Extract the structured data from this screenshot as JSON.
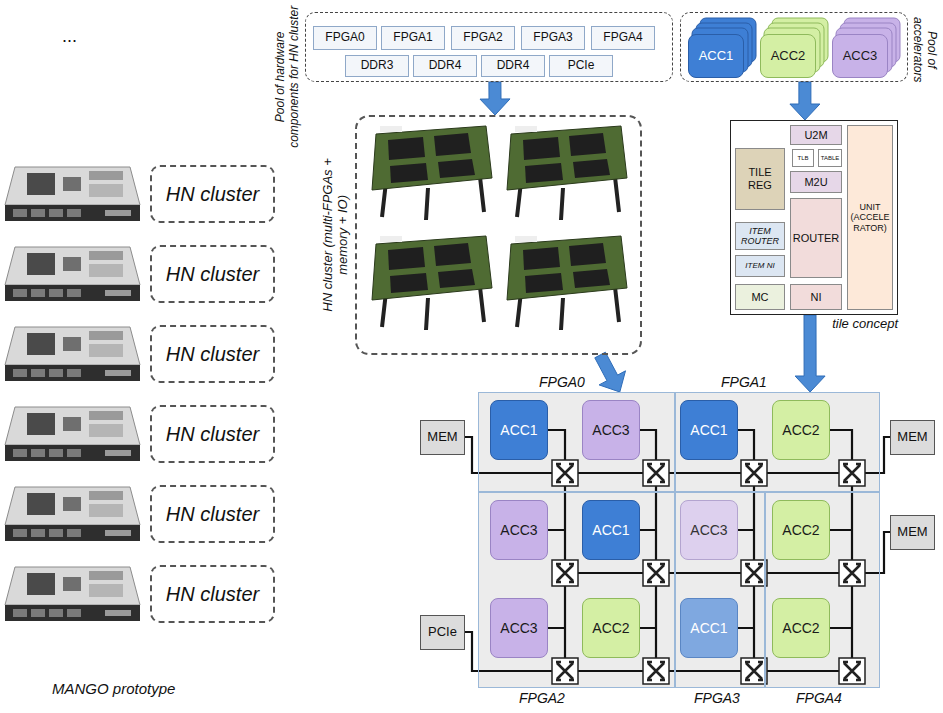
{
  "diagram": {
    "nodes": [
      {
        "text": [
          "HN cluster"
        ]
      },
      {
        "text": [
          "HN cluster"
        ]
      },
      {
        "text": [
          "HN cluster"
        ]
      },
      {
        "text": [
          "HN cluster"
        ]
      },
      {
        "text": [
          "HN cluster"
        ]
      },
      {
        "text": [
          "HN cluster"
        ]
      },
      {
        "text": [
          "Pool of hardware components for HN cluster"
        ]
      },
      {
        "text": [
          "FPGA0"
        ],
        "in": 6
      },
      {
        "text": [
          "FPGA1"
        ],
        "in": 6
      },
      {
        "text": [
          "FPGA2"
        ],
        "in": 6
      },
      {
        "text": [
          "FPGA3"
        ],
        "in": 6
      },
      {
        "text": [
          "FPGA4"
        ],
        "in": 6
      },
      {
        "text": [
          "DDR3"
        ],
        "in": 6
      },
      {
        "text": [
          "DDR4"
        ],
        "in": 6
      },
      {
        "text": [
          "DDR4"
        ],
        "in": 6
      },
      {
        "text": [
          "PCIe"
        ],
        "in": 6
      },
      {
        "text": [
          "Pool of accelerators"
        ]
      },
      {
        "text": [
          "ACC1"
        ],
        "in": 16
      },
      {
        "text": [
          "ACC2"
        ],
        "in": 16
      },
      {
        "text": [
          "ACC3"
        ],
        "in": 16
      },
      {
        "text": [
          "HN cluster (multi-FPGAs + memory + IO)"
        ]
      },
      {
        "text": [
          "tile concept"
        ]
      },
      {
        "text": [
          "TILE REG"
        ],
        "in": 21
      },
      {
        "text": [
          "U2M"
        ],
        "in": 21
      },
      {
        "text": [
          "TLB"
        ],
        "in": 21
      },
      {
        "text": [
          "TABLE"
        ],
        "in": 21
      },
      {
        "text": [
          "M2U"
        ],
        "in": 21
      },
      {
        "text": [
          "ITEM ROUTER"
        ],
        "in": 21
      },
      {
        "text": [
          "ITEM NI"
        ],
        "in": 21
      },
      {
        "text": [
          "ROUTER"
        ],
        "in": 21
      },
      {
        "text": [
          "UNIT (ACCELE RATOR)"
        ],
        "in": 21
      },
      {
        "text": [
          "MC"
        ],
        "in": 21
      },
      {
        "text": [
          "NI"
        ],
        "in": 21
      },
      {
        "text": [
          "FPGA0"
        ]
      },
      {
        "text": [
          "ACC1"
        ],
        "in": 33
      },
      {
        "text": [
          "ACC3"
        ],
        "in": 33
      },
      {
        "text": [
          "FPGA1"
        ]
      },
      {
        "text": [
          "ACC1"
        ],
        "in": 36
      },
      {
        "text": [
          "ACC2"
        ],
        "in": 36
      },
      {
        "text": [
          "FPGA2"
        ]
      },
      {
        "text": [
          "ACC3"
        ],
        "in": 39
      },
      {
        "text": [
          "ACC1"
        ],
        "in": 39
      },
      {
        "text": [
          "ACC3"
        ],
        "in": 39
      },
      {
        "text": [
          "ACC2"
        ],
        "in": 39
      },
      {
        "text": [
          "FPGA3"
        ]
      },
      {
        "text": [
          "ACC3"
        ],
        "in": 44
      },
      {
        "text": [
          "ACC1"
        ],
        "in": 44
      },
      {
        "text": [
          "FPGA4"
        ]
      },
      {
        "text": [
          "ACC2"
        ],
        "in": 47
      },
      {
        "text": [
          "ACC2"
        ],
        "in": 47
      },
      {
        "text": [
          "MEM"
        ]
      },
      {
        "text": [
          "MEM"
        ]
      },
      {
        "text": [
          "MEM"
        ]
      },
      {
        "text": [
          "PCIe"
        ]
      }
    ],
    "edges": [
      {
        "from": 6,
        "to": 20,
        "arrow": "to"
      },
      {
        "from": 16,
        "to": 21,
        "arrow": "to"
      },
      {
        "from": 20,
        "to": 33,
        "arrow": "to"
      },
      {
        "from": 21,
        "to": 36,
        "arrow": "to"
      }
    ],
    "labels": [
      "...",
      "MANGO prototype"
    ]
  }
}
